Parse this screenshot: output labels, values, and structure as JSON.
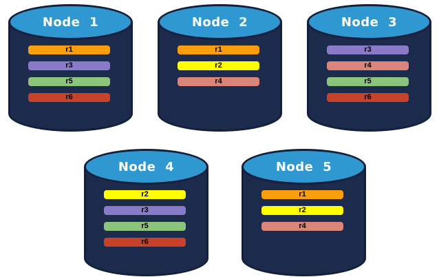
{
  "diagram": {
    "description": "Five database cylinder nodes holding colored replica bars",
    "background": "#FFFFFF",
    "colors": {
      "cylinder_body": "#1C2A4B",
      "cylinder_outline": "#141F3C",
      "cylinder_top_fill": "#2F98D0",
      "node_label_text": "#FFFFFF",
      "replica_label_text": "#000000"
    },
    "replica_colors": {
      "r1": "#FA9E0D",
      "r2": "#FFFF00",
      "r3": "#8A7BC8",
      "r4": "#D9857A",
      "r5": "#8DC47D",
      "r6": "#C74229"
    },
    "rows": [
      [
        0,
        1,
        2
      ],
      [
        3,
        4
      ]
    ],
    "nodes": [
      {
        "label": "Node 1",
        "replicas": [
          "r1",
          "r3",
          "r5",
          "r6"
        ]
      },
      {
        "label": "Node 2",
        "replicas": [
          "r1",
          "r2",
          "r4"
        ]
      },
      {
        "label": "Node 3",
        "replicas": [
          "r3",
          "r4",
          "r5",
          "r6"
        ]
      },
      {
        "label": "Node 4",
        "replicas": [
          "r2",
          "r3",
          "r5",
          "r6"
        ]
      },
      {
        "label": "Node 5",
        "replicas": [
          "r1",
          "r2",
          "r4"
        ]
      }
    ]
  }
}
